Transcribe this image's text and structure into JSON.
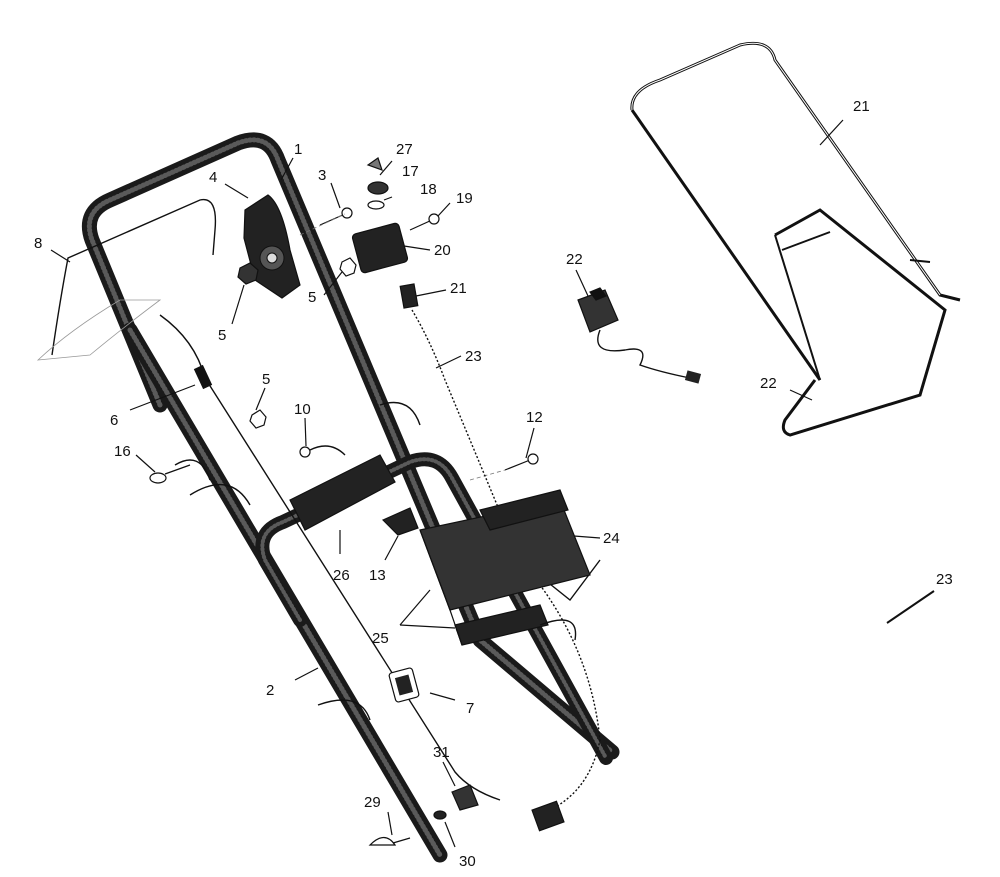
{
  "diagram": {
    "callouts": [
      {
        "id": "c1",
        "text": "1"
      },
      {
        "id": "c2",
        "text": "2"
      },
      {
        "id": "c3",
        "text": "3"
      },
      {
        "id": "c4",
        "text": "4"
      },
      {
        "id": "c5a",
        "text": "5"
      },
      {
        "id": "c5b",
        "text": "5"
      },
      {
        "id": "c5c",
        "text": "5"
      },
      {
        "id": "c6",
        "text": "6"
      },
      {
        "id": "c7",
        "text": "7"
      },
      {
        "id": "c8",
        "text": "8"
      },
      {
        "id": "c10",
        "text": "10"
      },
      {
        "id": "c12",
        "text": "12"
      },
      {
        "id": "c13",
        "text": "13"
      },
      {
        "id": "c16",
        "text": "16"
      },
      {
        "id": "c17",
        "text": "17"
      },
      {
        "id": "c18",
        "text": "18"
      },
      {
        "id": "c19",
        "text": "19"
      },
      {
        "id": "c20",
        "text": "20"
      },
      {
        "id": "c21a",
        "text": "21"
      },
      {
        "id": "c21b",
        "text": "21"
      },
      {
        "id": "c22a",
        "text": "22"
      },
      {
        "id": "c22b",
        "text": "22"
      },
      {
        "id": "c23a",
        "text": "23"
      },
      {
        "id": "c23b",
        "text": "23"
      },
      {
        "id": "c24",
        "text": "24"
      },
      {
        "id": "c25",
        "text": "25"
      },
      {
        "id": "c26",
        "text": "26"
      },
      {
        "id": "c27",
        "text": "27"
      },
      {
        "id": "c29",
        "text": "29"
      },
      {
        "id": "c30",
        "text": "30"
      },
      {
        "id": "c31",
        "text": "31"
      }
    ]
  }
}
